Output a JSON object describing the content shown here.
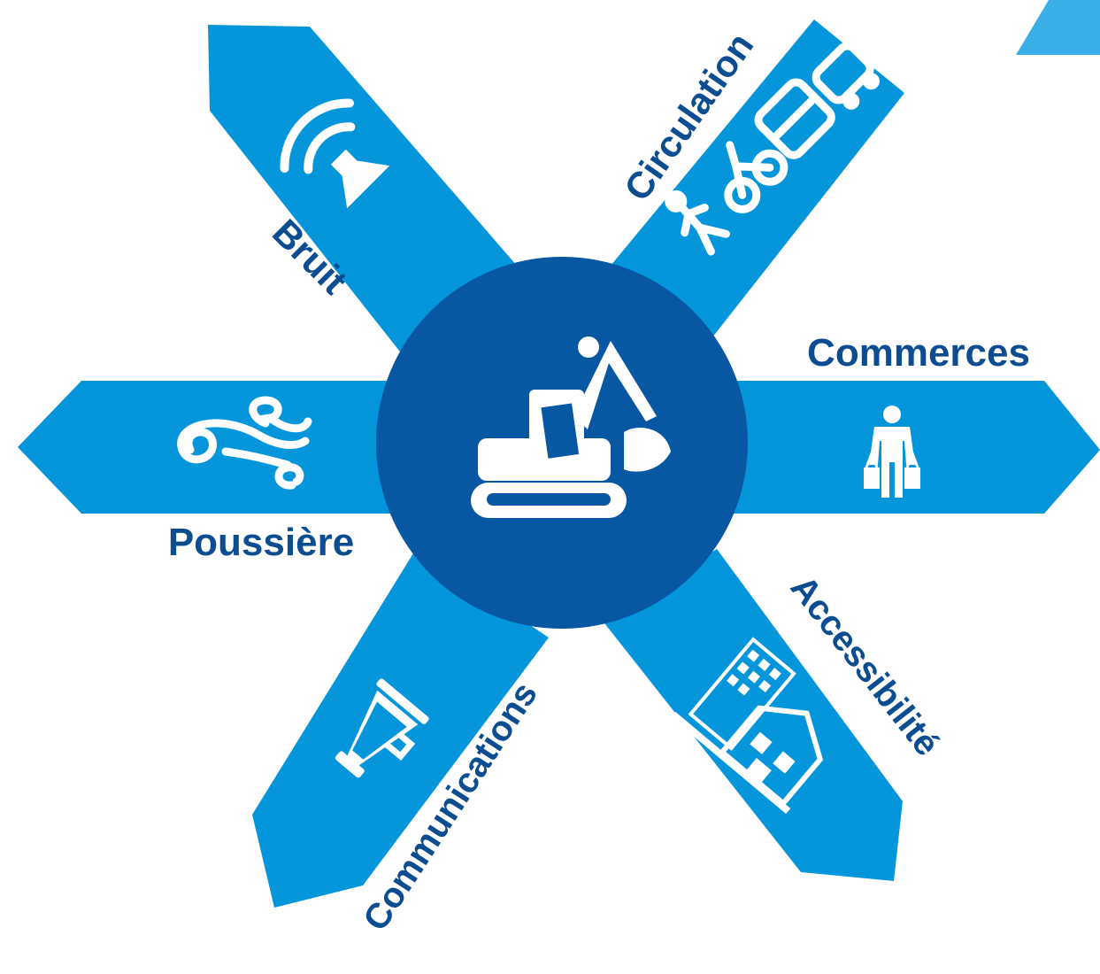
{
  "colors": {
    "arm": "#0495db",
    "center": "#0757a3",
    "label": "#0c4d92",
    "icon": "#ffffff",
    "corner_accent": "#3aaee6"
  },
  "center": {
    "icon": "excavator-icon"
  },
  "spokes": [
    {
      "key": "bruit",
      "label": "Bruit",
      "icon": "speaker-sound-icon"
    },
    {
      "key": "circulation",
      "label": "Circulation",
      "icon": "traffic-icon"
    },
    {
      "key": "commerces",
      "label": "Commerces",
      "icon": "shopper-icon"
    },
    {
      "key": "accessibilite",
      "label": "Accessibilité",
      "icon": "buildings-icon"
    },
    {
      "key": "communications",
      "label": "Communications",
      "icon": "megaphone-icon"
    },
    {
      "key": "poussiere",
      "label": "Poussière",
      "icon": "wind-dust-icon"
    }
  ]
}
